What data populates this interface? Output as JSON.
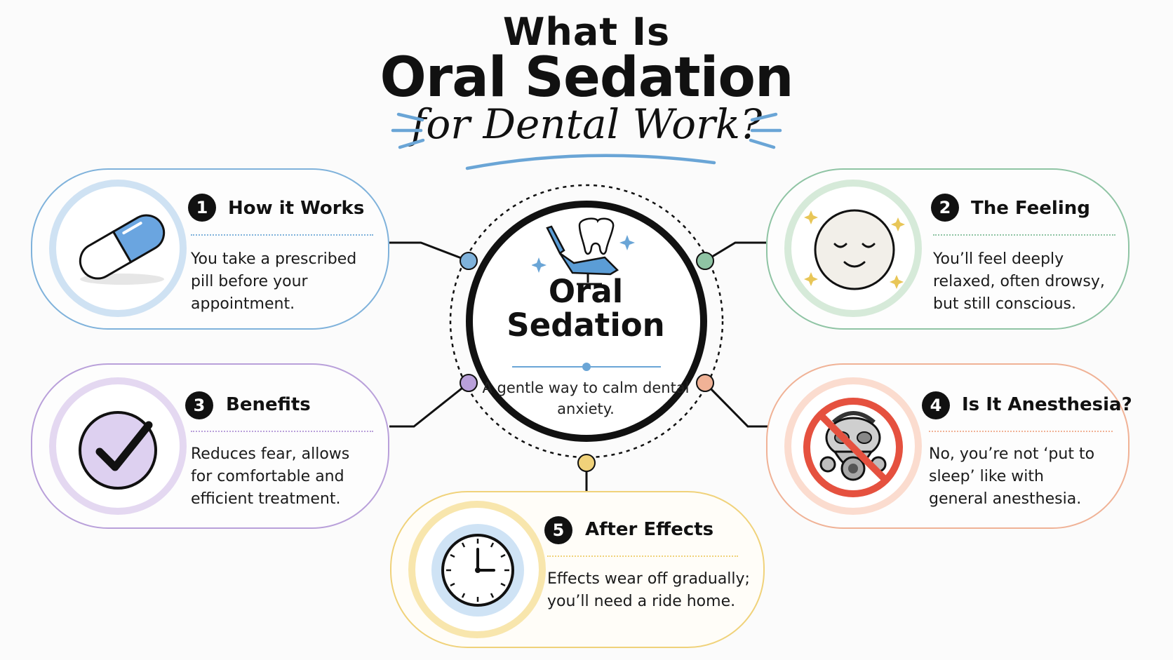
{
  "title": {
    "line1": "What Is",
    "line2": "Oral Sedation",
    "line3": "for Dental Work?"
  },
  "center": {
    "title_line1": "Oral",
    "title_line2": "Sedation",
    "tagline": "A gentle way to calm dental anxiety.",
    "icon": "dental-chair-tooth-icon"
  },
  "cards": [
    {
      "num": "1",
      "title": "How it Works",
      "desc": "You take a prescribed pill before your appointment.",
      "icon": "pill-capsule-icon",
      "color": "#7fb2db"
    },
    {
      "num": "2",
      "title": "The Feeling",
      "desc": "You’ll feel deeply relaxed, often drowsy, but still conscious.",
      "icon": "relaxed-face-icon",
      "color": "#8fc4a4"
    },
    {
      "num": "3",
      "title": "Benefits",
      "desc": "Reduces fear, allows for comfortable and efficient treatment.",
      "icon": "checkmark-icon",
      "color": "#b9a0da"
    },
    {
      "num": "4",
      "title": "Is It Anesthesia?",
      "desc": "No, you’re not ‘put to sleep’ like with general anesthesia.",
      "icon": "no-gas-mask-icon",
      "color": "#f0b296"
    },
    {
      "num": "5",
      "title": "After Effects",
      "desc": "Effects wear off gradually; you’ll need a ride home.",
      "icon": "clock-icon",
      "color": "#f0d27a"
    }
  ],
  "colors": {
    "blue": "#7fb2db",
    "green": "#8fc4a4",
    "purple": "#b9a0da",
    "peach": "#f0b296",
    "yellow": "#f0d27a",
    "ring": "#111111",
    "stop_sign": "#e5513f"
  }
}
